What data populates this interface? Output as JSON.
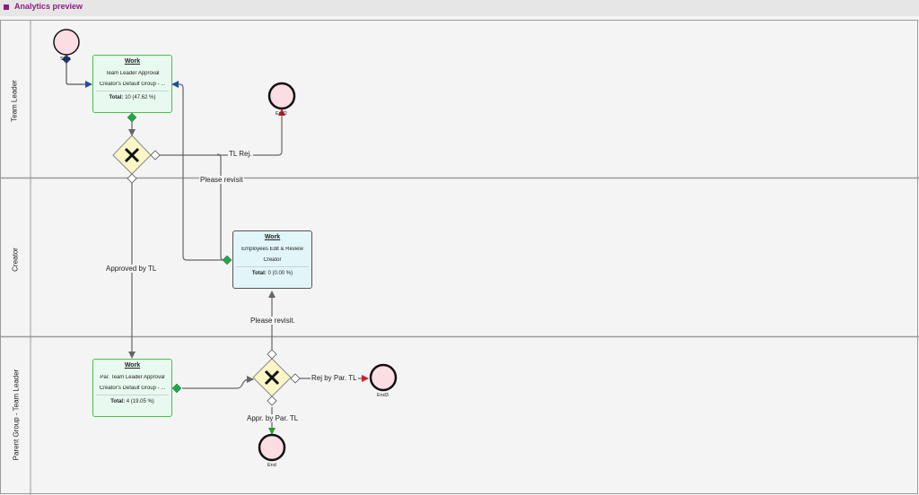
{
  "header": {
    "title": "Analytics preview",
    "accent": "#8b1f7d"
  },
  "lanes": [
    {
      "label": "Team Leader"
    },
    {
      "label": "Creator"
    },
    {
      "label": "Parent Group - Team Leader"
    }
  ],
  "events": {
    "start": "Start",
    "end2": "End2",
    "end3": "End3",
    "end": "End"
  },
  "tasks": {
    "tl_approval": {
      "title": "Work",
      "name": "Team Leader Approval",
      "group": "Creator's Default Group - ...",
      "total_label": "Total:",
      "total_value": "10 (47.62 %)"
    },
    "edit_review": {
      "title": "Work",
      "name": "Employees Edit & Review",
      "group": "Creator",
      "total_label": "Total:",
      "total_value": "0 (0.00 %)"
    },
    "par_approval": {
      "title": "Work",
      "name": "Par. Team Leader Approval",
      "group": "Creator's Default Group - ...",
      "total_label": "Total:",
      "total_value": "4 (19.05 %)"
    }
  },
  "edges": {
    "tl_rej": "TL Rej.",
    "please_revisit": "Please revisit",
    "approved_by_tl": "Approved by TL",
    "please_revisit_dot": "Please revisit.",
    "rej_by_par": "Rej by Par. TL",
    "appr_by_par": "Appr. by Par. TL"
  },
  "colors": {
    "event_fill": "#fbdde4",
    "gateway_fill": "#fbf6c6",
    "task_border": "#4ac04a",
    "edge": "#666666",
    "arrow_blue": "#1f4f9a",
    "arrow_red": "#d11f2a",
    "arrow_green": "#2a9a2a",
    "port_green": "#1fa64a"
  }
}
